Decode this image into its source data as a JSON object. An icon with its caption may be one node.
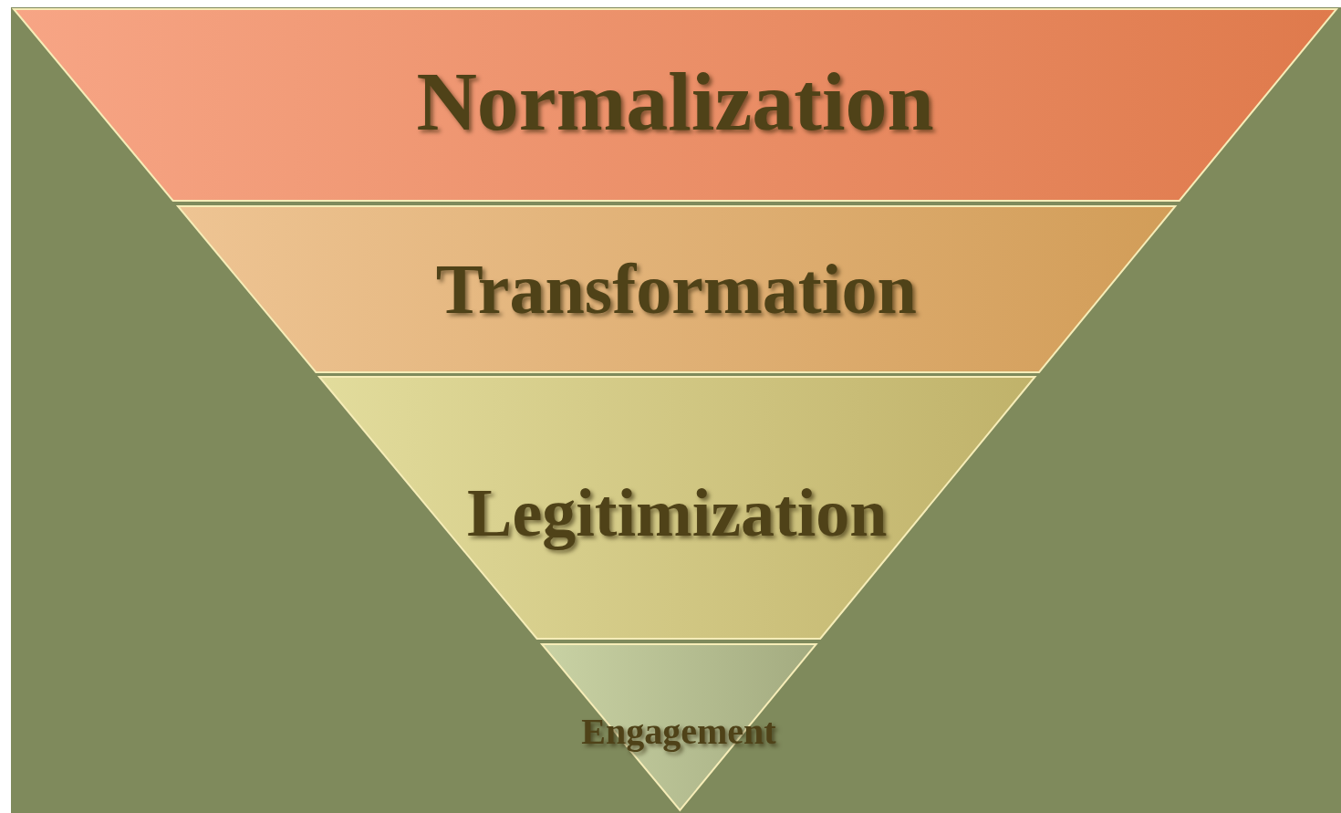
{
  "diagram": {
    "nodes": [
      {
        "text": [
          "Normalization"
        ]
      },
      {
        "text": [
          "Transformation"
        ]
      },
      {
        "text": [
          "Legitimization"
        ]
      },
      {
        "text": [
          "Engagement"
        ]
      }
    ]
  }
}
